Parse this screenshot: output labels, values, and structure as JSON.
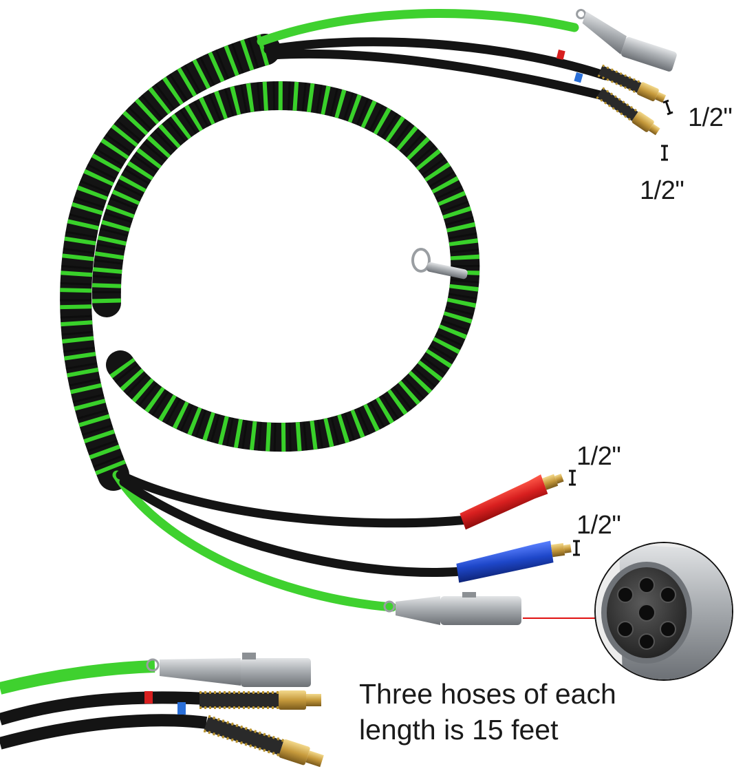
{
  "colors": {
    "hose_green": "#3fd12f",
    "hose_black": "#141414",
    "wrap_green": "#39d12a",
    "gladhand_red": "#d81f1f",
    "gladhand_blue": "#1e47c9",
    "brass": "#c9a34a",
    "steel": "#a8acb0",
    "pointer_red": "#e01010"
  },
  "labels": {
    "size_1": "1/2\"",
    "size_2": "1/2\"",
    "size_3": "1/2\"",
    "size_4": "1/2\""
  },
  "caption": {
    "line1": "Three hoses of each",
    "line2": "length is 15 feet"
  },
  "icons": [
    "plug-7-pin-icon",
    "brass-fitting-icon",
    "gladhand-icon"
  ]
}
